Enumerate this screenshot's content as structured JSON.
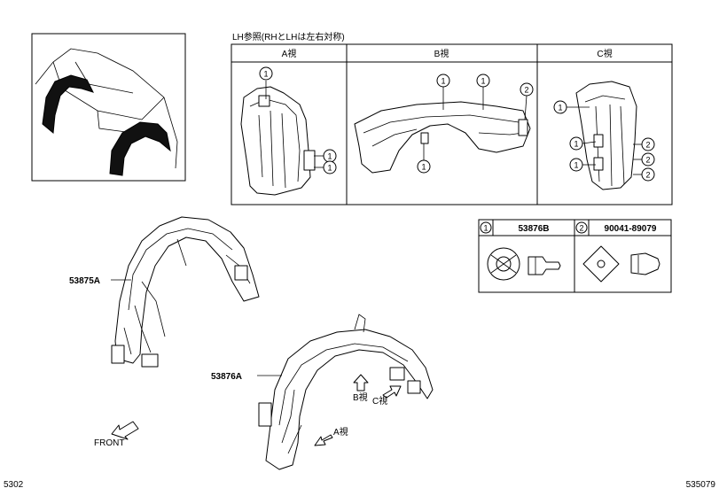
{
  "note": "LH参照(RHとLHは左右対称)",
  "views": [
    {
      "label": "A視"
    },
    {
      "label": "B視"
    },
    {
      "label": "C視"
    }
  ],
  "callouts": {
    "one": "1",
    "two": "2"
  },
  "fastener_table": [
    {
      "index": "1",
      "part_number": "53876B"
    },
    {
      "index": "2",
      "part_number": "90041-89079"
    }
  ],
  "parts": [
    {
      "part_number": "53875A"
    },
    {
      "part_number": "53876A"
    }
  ],
  "view_arrows": [
    {
      "label": "A視"
    },
    {
      "label": "B視"
    },
    {
      "label": "C視"
    }
  ],
  "front_label": "FRONT",
  "page_left": "5302",
  "page_right": "535079"
}
